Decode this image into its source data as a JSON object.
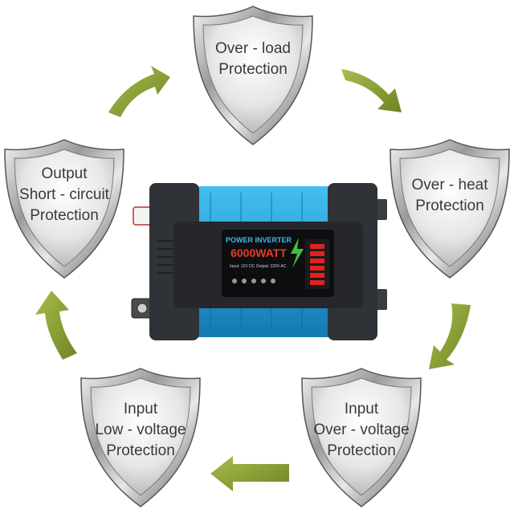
{
  "shields": [
    {
      "id": "overload",
      "lines": [
        "Over - load",
        "Protection"
      ]
    },
    {
      "id": "overheat",
      "lines": [
        "Over - heat",
        "Protection"
      ]
    },
    {
      "id": "overvoltage",
      "lines": [
        "Input",
        "Over - voltage",
        "Protection"
      ]
    },
    {
      "id": "lowvoltage",
      "lines": [
        "Input",
        "Low - voltage",
        "Protection"
      ]
    },
    {
      "id": "shortcircuit",
      "lines": [
        "Output",
        "Short - circuit",
        "Protection"
      ]
    }
  ],
  "inverter": {
    "title": "POWER INVERTER",
    "wattage": "6000WATT",
    "spec": "Input: 12V DC  Output: 220V AC"
  },
  "colors": {
    "arrow": "#8fa637",
    "body_blue": "#1e9fd8",
    "body_dark": "#2f3236",
    "display_red": "#e0231e"
  }
}
